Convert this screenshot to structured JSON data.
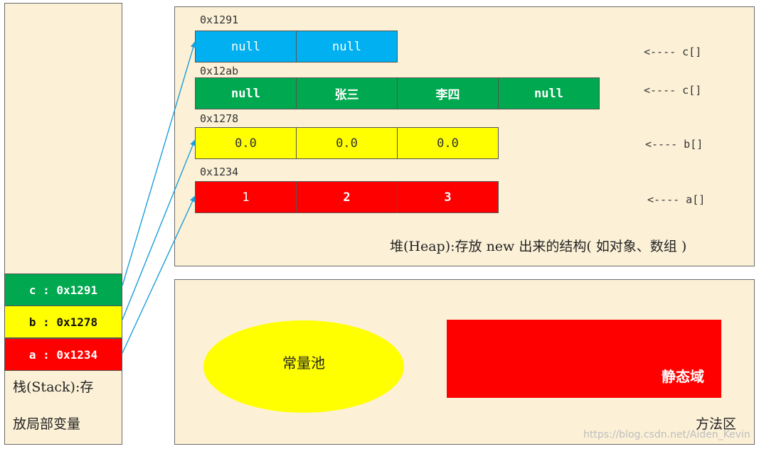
{
  "stack": {
    "label_line1": "栈(Stack):存",
    "label_line2": "放局部变量",
    "vars": [
      {
        "text": "c : 0x1291",
        "color": "#00a84f",
        "fg": "#ffffff"
      },
      {
        "text": "b : 0x1278",
        "color": "#ffff00",
        "fg": "#111111"
      },
      {
        "text": "a : 0x1234",
        "color": "#ff0000",
        "fg": "#ffffff"
      }
    ]
  },
  "heap": {
    "caption": "堆(Heap):存放 new 出来的结构( 如对象、数组 )",
    "arrays": [
      {
        "addr": "0x1291",
        "color": "#00b0f0",
        "fg": "#ffffff",
        "bold": false,
        "cells": [
          "null",
          "null"
        ],
        "ref": "<---- c[]"
      },
      {
        "addr": "0x12ab",
        "color": "#00a84f",
        "fg": "#ffffff",
        "bold": true,
        "cells": [
          "null",
          "张三",
          "李四",
          "null"
        ],
        "ref": "<---- c[]"
      },
      {
        "addr": "0x1278",
        "color": "#ffff00",
        "fg": "#333333",
        "bold": false,
        "cells": [
          "0.0",
          "0.0",
          "0.0"
        ],
        "ref": "<---- b[]"
      },
      {
        "addr": "0x1234",
        "color": "#ff0000",
        "fg": "#ffffff",
        "bold": false,
        "cells": [
          "1",
          "2",
          "3"
        ],
        "ref": "<---- a[]"
      }
    ]
  },
  "method_area": {
    "caption": "方法区",
    "constant_pool": {
      "label": "常量池",
      "color": "#ffff00"
    },
    "static_field": {
      "label": "静态域",
      "color": "#ff0000"
    }
  },
  "colors": {
    "panel_bg": "#fcf1d7",
    "arrow": "#1b9fd8"
  },
  "watermark": "https://blog.csdn.net/Aiden_Kevin"
}
